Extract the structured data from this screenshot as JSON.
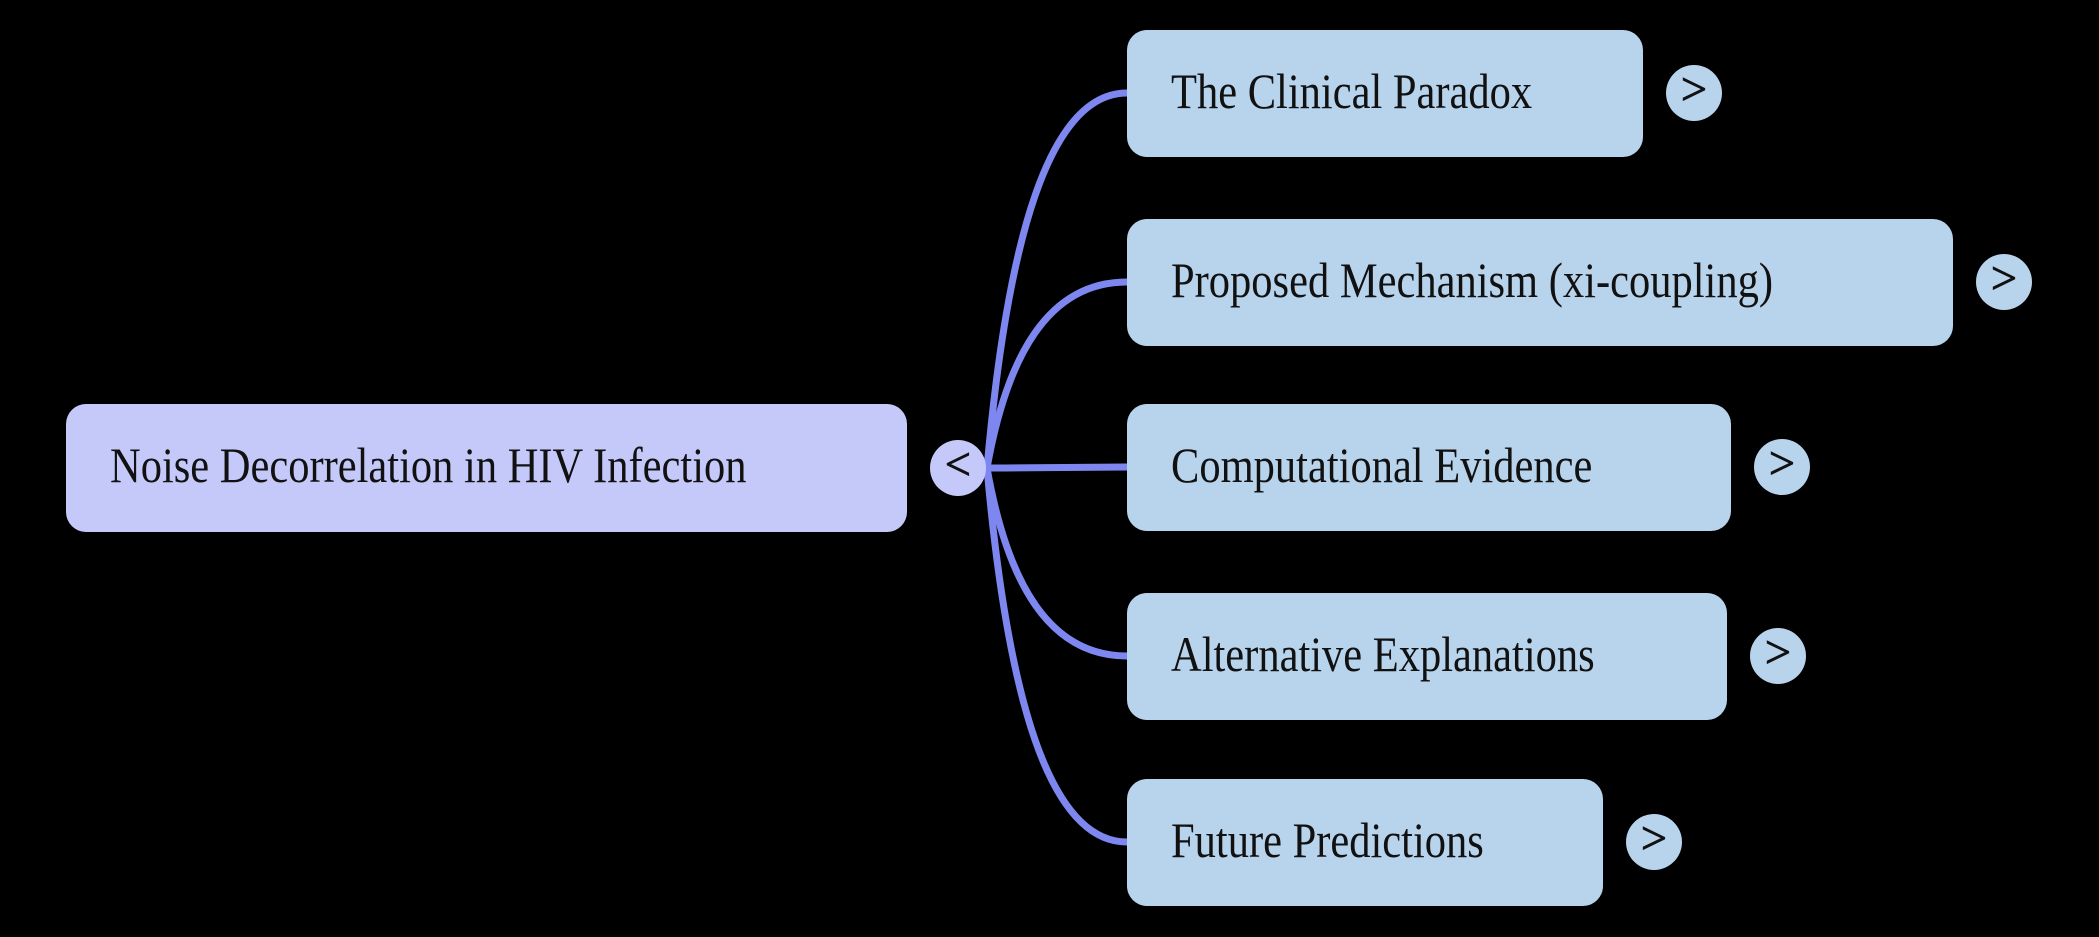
{
  "diagram": {
    "type": "mindmap",
    "root": {
      "label": "Noise Decorrelation in HIV Infection",
      "collapse_icon": "<"
    },
    "children": [
      {
        "label": "The Clinical Paradox",
        "expand_icon": ">"
      },
      {
        "label": "Proposed Mechanism (xi-coupling)",
        "expand_icon": ">"
      },
      {
        "label": "Computational Evidence",
        "expand_icon": ">"
      },
      {
        "label": "Alternative Explanations",
        "expand_icon": ">"
      },
      {
        "label": "Future Predictions",
        "expand_icon": ">"
      }
    ],
    "colors": {
      "background": "#000000",
      "root_fill": "#c5c9f9",
      "child_fill": "#b8d3ec",
      "edge": "#7e87f0",
      "text": "#111111"
    }
  }
}
